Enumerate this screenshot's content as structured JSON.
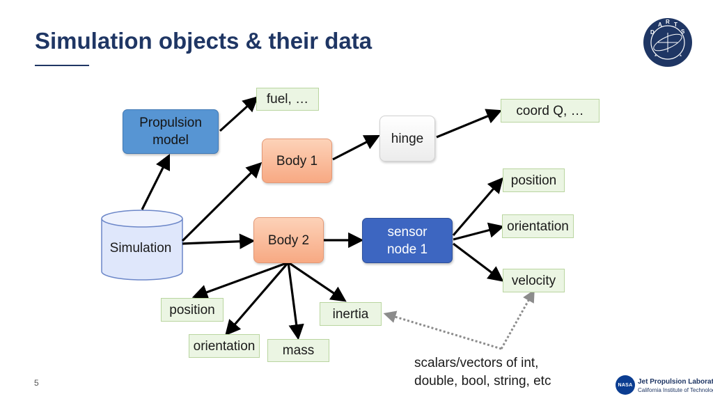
{
  "slide": {
    "title": "Simulation objects & their data",
    "page_number": "5"
  },
  "logo": {
    "ring_letters": [
      "D",
      "A",
      "R",
      "T",
      "S"
    ],
    "color": "#1f3664"
  },
  "nodes": {
    "simulation": "Simulation",
    "propulsion_line1": "Propulsion",
    "propulsion_line2": "model",
    "fuel": "fuel, …",
    "body1": "Body 1",
    "hinge": "hinge",
    "coord_q": "coord Q, …",
    "body2": "Body 2",
    "sensor_line1": "sensor",
    "sensor_line2": "node 1",
    "sensor_position": "position",
    "sensor_orientation": "orientation",
    "sensor_velocity": "velocity",
    "body2_position": "position",
    "body2_orientation": "orientation",
    "mass": "mass",
    "inertia": "inertia"
  },
  "note": {
    "line1": "scalars/vectors of int,",
    "line2": "double, bool, string, etc"
  },
  "footer": {
    "org_badge": "NASA",
    "org_name": "Jet Propulsion Laboratory",
    "org_sub": "California Institute of Technology"
  },
  "colors": {
    "title": "#1f3664",
    "data_box": "#ebf5e3",
    "model_box": "#5795d3",
    "body_box": "#f7a983",
    "sensor_box": "#3d66c1",
    "joint_box": "#ececec"
  }
}
